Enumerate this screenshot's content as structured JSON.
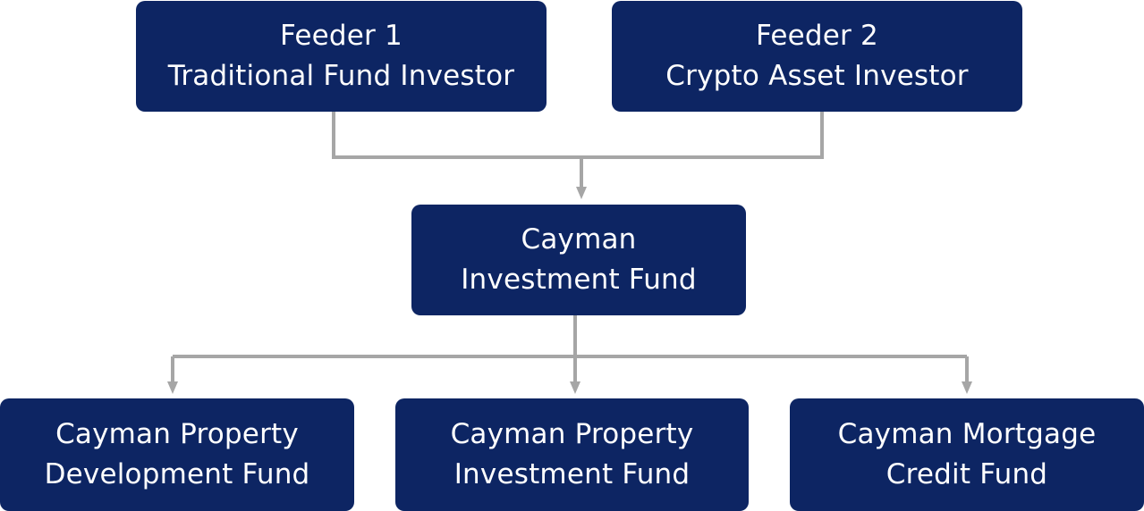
{
  "diagram": {
    "colors": {
      "box_fill": "#0d2563",
      "box_text": "#ffffff",
      "connector": "#a6a6a6"
    },
    "feeders": [
      {
        "line1": "Feeder 1",
        "line2": "Traditional Fund Investor"
      },
      {
        "line1": "Feeder 2",
        "line2": "Crypto Asset Investor"
      }
    ],
    "master": {
      "line1": "Cayman",
      "line2": "Investment Fund"
    },
    "subsidiaries": [
      {
        "line1": "Cayman Property",
        "line2": "Development Fund"
      },
      {
        "line1": "Cayman Property",
        "line2": "Investment Fund"
      },
      {
        "line1": "Cayman Mortgage",
        "line2": "Credit Fund"
      }
    ]
  }
}
